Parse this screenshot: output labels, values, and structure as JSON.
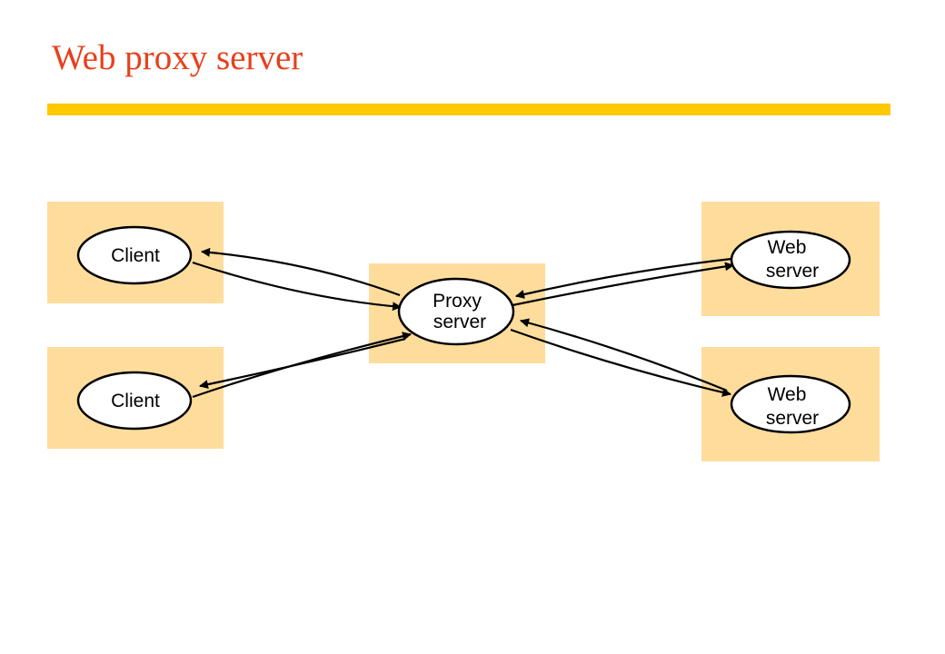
{
  "title": "Web proxy server",
  "colors": {
    "title": "#e8401c",
    "rule": "#ffc800",
    "panel": "#fedc9c",
    "node_fill": "#ffffff",
    "stroke": "#000000"
  },
  "nodes": {
    "client_1": {
      "label": "Client"
    },
    "client_2": {
      "label": "Client"
    },
    "proxy": {
      "line1": "Proxy",
      "line2": "server"
    },
    "web_server_1": {
      "line1": "Web",
      "line2": "server"
    },
    "web_server_2": {
      "line1": "Web",
      "line2": "server"
    }
  }
}
